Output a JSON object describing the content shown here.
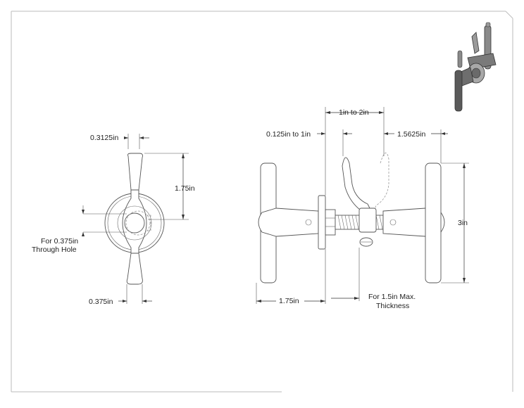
{
  "drawing": {
    "dimensions": {
      "front_top_width": "0.3125in",
      "front_height": "1.75in",
      "front_hole_note_line1": "For 0.375in",
      "front_hole_note_line2": "Through Hole",
      "front_bottom_width": "0.375in",
      "side_span": "1in to 2in",
      "side_gap": "0.125in to 1in",
      "side_offset": "1.5625in",
      "side_height": "3in",
      "side_bottom_left": "1.75in",
      "side_thickness_line1": "For 1.5in Max.",
      "side_thickness_line2": "Thickness"
    },
    "colors": {
      "line": "#333333",
      "hidden_line": "#999999",
      "iso_metal": "#8a8a8a",
      "iso_dark": "#4a4a4a"
    }
  }
}
